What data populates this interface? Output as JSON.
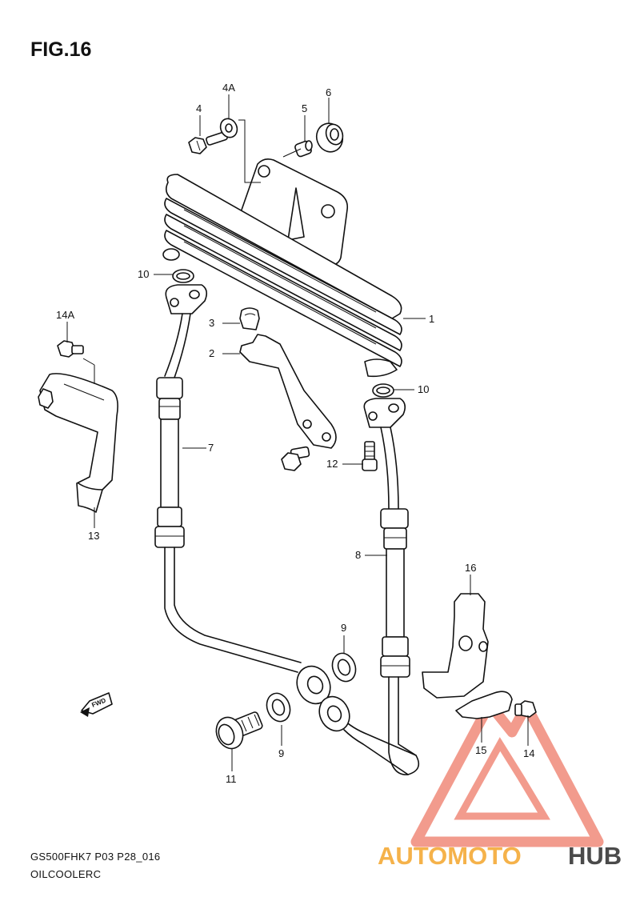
{
  "figure": {
    "title": "FIG.16",
    "model_code": "GS500FHK7 P03 P28_016",
    "section": "OILCOOLER",
    "section_suffix": "C"
  },
  "parts": [
    {
      "id": "p1",
      "label": "1"
    },
    {
      "id": "p2",
      "label": "2"
    },
    {
      "id": "p3",
      "label": "3"
    },
    {
      "id": "p4",
      "label": "4"
    },
    {
      "id": "p4a",
      "label": "4A"
    },
    {
      "id": "p5",
      "label": "5"
    },
    {
      "id": "p6",
      "label": "6"
    },
    {
      "id": "p7",
      "label": "7"
    },
    {
      "id": "p8",
      "label": "8"
    },
    {
      "id": "p9a",
      "label": "9"
    },
    {
      "id": "p9b",
      "label": "9"
    },
    {
      "id": "p10a",
      "label": "10"
    },
    {
      "id": "p10b",
      "label": "10"
    },
    {
      "id": "p11",
      "label": "11"
    },
    {
      "id": "p12",
      "label": "12"
    },
    {
      "id": "p13",
      "label": "13"
    },
    {
      "id": "p14",
      "label": "14"
    },
    {
      "id": "p14a",
      "label": "14A"
    },
    {
      "id": "p15",
      "label": "15"
    },
    {
      "id": "p16",
      "label": "16"
    }
  ],
  "direction_marker": {
    "label": "FWD",
    "icon": "fwd-arrow-icon"
  },
  "watermark": {
    "part1": "AUTOMOTO",
    "part2": "HUB",
    "color_primary": "#f08a7a",
    "color_accent": "#f5b24a",
    "color_dark": "#4a4a4a"
  }
}
